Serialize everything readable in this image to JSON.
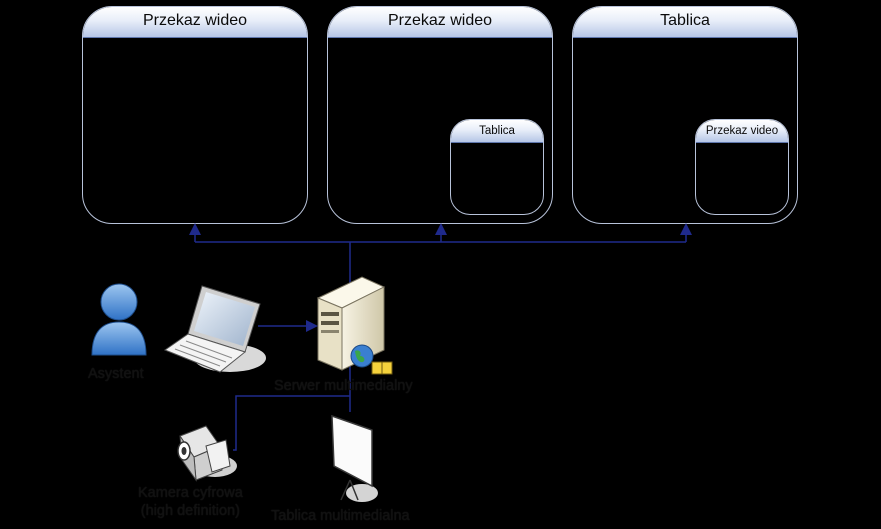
{
  "screens": [
    {
      "title": "Przekaz wideo"
    },
    {
      "title": "Przekaz wideo",
      "inset_title": "Tablica"
    },
    {
      "title": "Tablica",
      "inset_title": "Przekaz video"
    }
  ],
  "nodes": {
    "assistant": "Asystent",
    "server": "Serwer multimedialny",
    "camera_line1": "Kamera cyfrowa",
    "camera_line2": "(high definition)",
    "board": "Tablica multimedialna"
  },
  "colors": {
    "background": "#000000",
    "connector": "#1f2a8c",
    "header_gradient_bottom": "#b6c6e6",
    "frame_border": "#b8c3da"
  }
}
